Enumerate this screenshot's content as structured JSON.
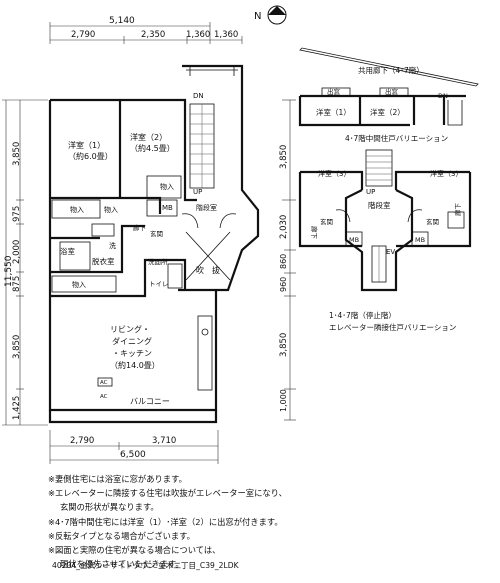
{
  "compass": {
    "label": "N"
  },
  "dims": {
    "top_total": "5,140",
    "top_segments": [
      "2,790",
      "2,350",
      "1,360",
      "1,360"
    ],
    "bottom_segments": [
      "2,790",
      "3,710"
    ],
    "bottom_total": "6,500",
    "left_total": "11,550",
    "left_segments": [
      "3,850",
      "975",
      "2,000",
      "875",
      "3,850",
      "1,425"
    ],
    "right_upper": "3,850",
    "right_segments": [
      "2,030",
      "860",
      "960",
      "3,850",
      "1,000"
    ]
  },
  "rooms": {
    "western1_name": "洋室（1）",
    "western1_size": "（約6.0畳）",
    "western2_name": "洋室（2）",
    "western2_size": "（約4.5畳）",
    "storage": "物入",
    "mb": "MB",
    "corridor": "廊下",
    "entrance": "玄関",
    "stairwell": "階段室",
    "bath": "浴室",
    "washer": "洗",
    "dressing": "脱衣室",
    "washroom": "洗面所",
    "toilet": "トイレ",
    "void": "吹　抜",
    "ldk1": "リビング・",
    "ldk2": "ダイニング",
    "ldk3": "・キッチン",
    "ldk_size": "（約14.0畳）",
    "balcony": "バルコニー",
    "ac": "AC",
    "dn": "DN",
    "up": "UP"
  },
  "variation_mid": {
    "corridor_label": "共用廊下（4･7階）",
    "window": "出窓",
    "room1": "洋室（1）",
    "room2": "洋室（2）",
    "dn": "DN",
    "caption": "4･7階中間住戸バリエーション"
  },
  "variation_ev": {
    "room_left": "洋室（3）",
    "room_right": "洋室（3）",
    "stairwell": "階段室",
    "up": "UP",
    "corridor": "廊下",
    "entrance": "玄関",
    "mb": "MB",
    "ev": "EV",
    "caption1": "1･4･7階（停止階）",
    "caption2": "エレベーター隣接住戸バリエーション"
  },
  "notes": [
    "※妻側住宅には浴室に窓があります。",
    "※エレベーターに隣接する住宅は吹抜がエレベーター室になり、",
    "玄関の形状が異なります。",
    "※4･7階中間住宅には洋室（1）･洋室（2）に出窓が付きます。",
    "※反転タイプとなる場合がございます。",
    "※図面と実際の住宅が異なる場合については、",
    "現状を優先させていただきます。"
  ],
  "footer": "40204_金沢シーサイドタウン 並木二丁目_C39_2LDK"
}
